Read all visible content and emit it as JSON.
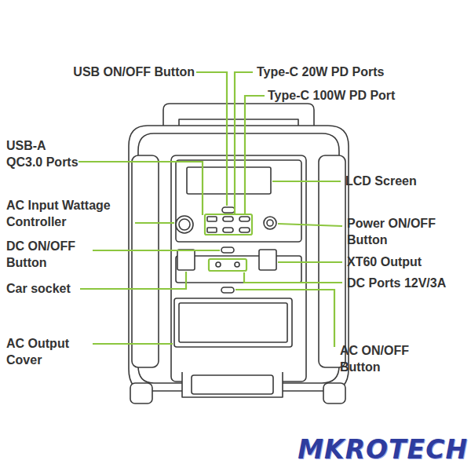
{
  "diagram": {
    "labels": [
      "USB ON/OFF Button",
      "Type-C 20W PD Ports",
      "Type-C 100W PD Port",
      "USB-A QC3.0 Ports",
      "LCD Screen",
      "AC Input Wattage Controller",
      "Power ON/OFF Button",
      "DC ON/OFF Button",
      "XT60 Output",
      "Car socket",
      "DC Ports 12V/3A",
      "AC Output Cover",
      "AC ON/OFF Button",
      "MKROTECH"
    ]
  }
}
